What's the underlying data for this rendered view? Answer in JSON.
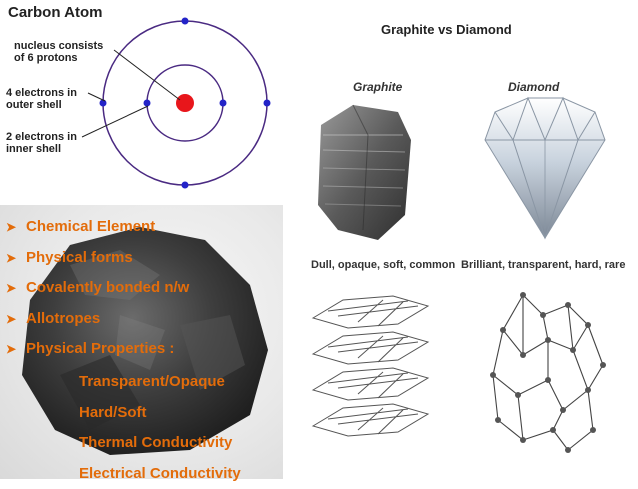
{
  "atom": {
    "title": "Carbon Atom",
    "nucleus_label": "nucleus consists\nof 6 protons",
    "outer_label": "4 electrons in\nouter shell",
    "inner_label": "2 electrons in\ninner shell",
    "colors": {
      "nucleus": "#e8161b",
      "electron": "#2323c8",
      "shell": "#4a2a82"
    }
  },
  "bullets": [
    "Chemical Element",
    "Physical forms",
    "Covalently bonded n/w",
    "Allotropes",
    "Physical Properties :"
  ],
  "properties": [
    "Transparent/Opaque",
    "Hard/Soft",
    "Thermal Conductivity",
    "Electrical Conductivity"
  ],
  "comparison": {
    "title": "Graphite vs Diamond",
    "graphite": {
      "name": "Graphite",
      "description": "Dull, opaque, soft, common"
    },
    "diamond": {
      "name": "Diamond",
      "description": "Brilliant, transparent, hard, rare"
    }
  },
  "accent_color": "#e36c0a"
}
